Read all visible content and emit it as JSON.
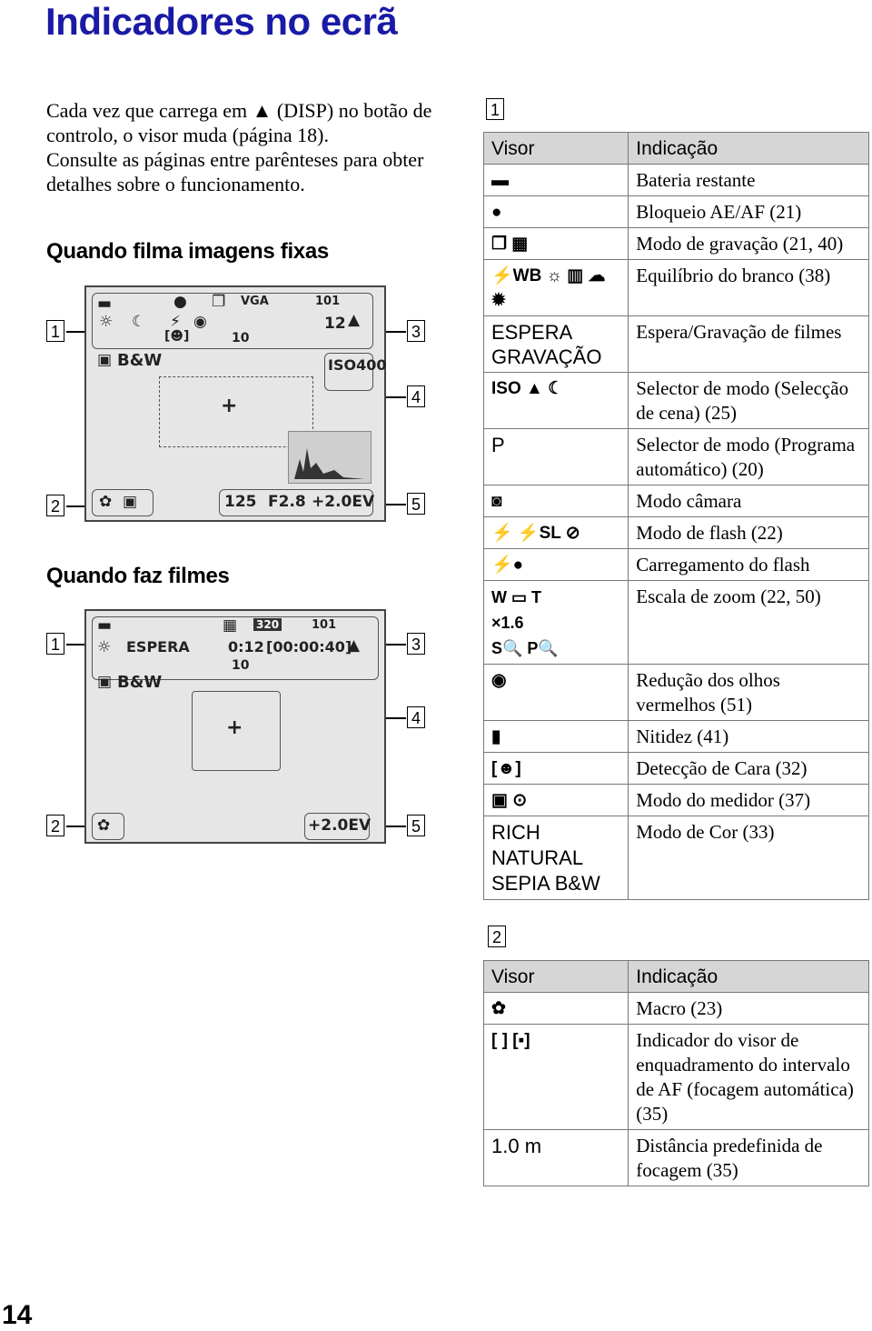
{
  "title": "Indicadores no ecrã",
  "intro": {
    "line1": "Cada vez que carrega em ▲ (DISP) no botão de controlo, o visor muda (página 18).",
    "line2": "Consulte as páginas entre parênteses para obter detalhes sobre o funcionamento."
  },
  "still_heading": "Quando filma imagens fixas",
  "movie_heading": "Quando faz filmes",
  "markers": [
    "1",
    "2",
    "3",
    "4",
    "5"
  ],
  "lcd_still": {
    "ev": "+2.0EV",
    "shutter": "125",
    "aperture": "F2.8",
    "iso": "ISO400",
    "count": "12",
    "folder": "101",
    "size": "VGA",
    "bw": "B&W",
    "timer": "10"
  },
  "lcd_movie": {
    "espera": "ESPERA",
    "time": "0:12",
    "remaining": "[00:00:40]",
    "size": "320",
    "folder": "101",
    "bw": "B&W",
    "timer": "10",
    "ev": "+2.0EV"
  },
  "table1": {
    "number": "1",
    "header": {
      "col1": "Visor",
      "col2": "Indicação"
    },
    "rows": [
      {
        "visor": "▬",
        "ind": "Bateria restante"
      },
      {
        "visor": "●",
        "ind": "Bloqueio AE/AF (21)"
      },
      {
        "visor": "❐ ▦",
        "ind": "Modo de gravação (21, 40)"
      },
      {
        "visor": "⚡WB ☼ ▥ ☁ ✹",
        "ind": "Equilíbrio do branco (38)"
      },
      {
        "visor": "ESPERA\nGRAVAÇÃO",
        "ind": "Espera/Gravação de filmes"
      },
      {
        "visor": "ISO ▲ ☾",
        "ind": "Selector de modo (Selecção de cena) (25)"
      },
      {
        "visor": "P",
        "ind": "Selector de modo (Programa automático) (20)"
      },
      {
        "visor": "◙",
        "ind": "Modo câmara"
      },
      {
        "visor": "⚡ ⚡SL ⊘",
        "ind": "Modo de flash (22)"
      },
      {
        "visor": "⚡●",
        "ind": "Carregamento do flash"
      },
      {
        "visor": "W ▭ T\n×1.6\nS🔍 P🔍",
        "ind": "Escala de zoom (22, 50)"
      },
      {
        "visor": "◉",
        "ind": "Redução dos olhos vermelhos (51)"
      },
      {
        "visor": "▮",
        "ind": "Nitidez (41)"
      },
      {
        "visor": "[☻]",
        "ind": "Detecção de Cara (32)"
      },
      {
        "visor": "▣ ⊙",
        "ind": "Modo do medidor (37)"
      },
      {
        "visor": "RICH\nNATURAL\nSEPIA  B&W",
        "ind": "Modo de Cor (33)"
      }
    ]
  },
  "table2": {
    "number": "2",
    "header": {
      "col1": "Visor",
      "col2": "Indicação"
    },
    "rows": [
      {
        "visor": "✿",
        "ind": "Macro (23)"
      },
      {
        "visor": "[ ] [▪]",
        "ind": "Indicador do visor de enquadramento do intervalo de AF (focagem automática) (35)"
      },
      {
        "visor": "1.0 m",
        "ind": "Distância predefinida de focagem (35)"
      }
    ]
  },
  "page_number": "14"
}
